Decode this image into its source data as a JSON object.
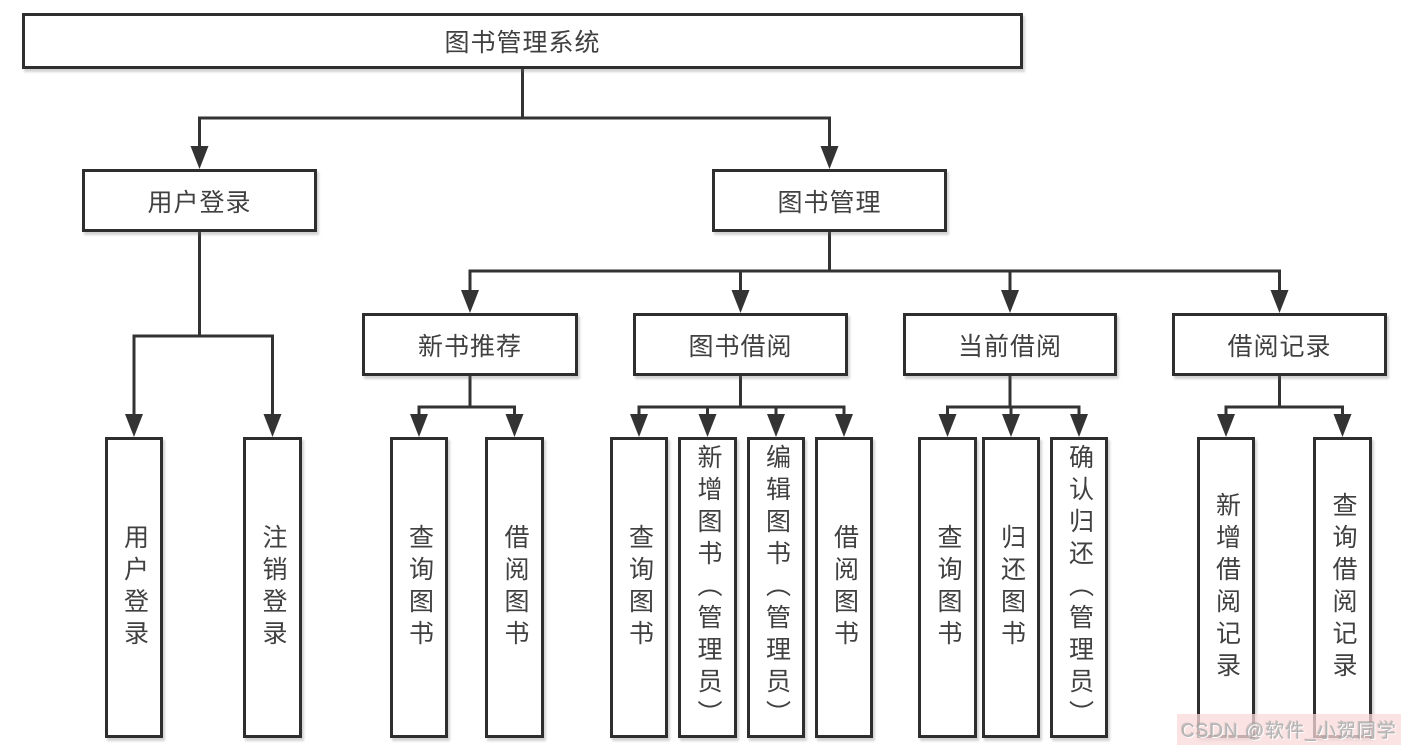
{
  "title": "图书管理系统",
  "tree": {
    "root": "图书管理系统",
    "branches": [
      {
        "label": "用户登录",
        "children": [
          "用户登录",
          "注销登录"
        ]
      },
      {
        "label": "图书管理",
        "groups": [
          {
            "label": "新书推荐",
            "children": [
              "查询图书",
              "借阅图书"
            ]
          },
          {
            "label": "图书借阅",
            "children": [
              "查询图书",
              "新增图书（管理员）",
              "编辑图书（管理员）",
              "借阅图书"
            ]
          },
          {
            "label": "当前借阅",
            "children": [
              "查询图书",
              "归还图书",
              "确认归还（管理员）"
            ]
          },
          {
            "label": "借阅记录",
            "children": [
              "新增借阅记录",
              "查询借阅记录"
            ]
          }
        ]
      }
    ]
  },
  "watermark": "CSDN @软件_小贺同学",
  "colors": {
    "line": "#333333",
    "box_border": "#2e2e2e",
    "text": "#404040",
    "background": "#ffffff",
    "watermark_bg": "#f9d9d9",
    "watermark_text": "#b5b5b5"
  }
}
